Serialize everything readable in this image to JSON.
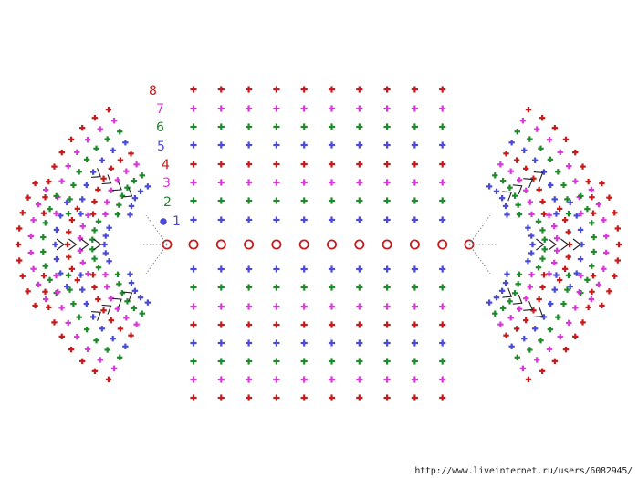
{
  "row_labels": [
    "1",
    "2",
    "3",
    "4",
    "5",
    "6",
    "7",
    "8"
  ],
  "colors": {
    "row1": "#4a4ad8",
    "row2": "#1f8a2a",
    "row3": "#d63ad6",
    "row4": "#c61b1b",
    "row5": "#4a4ad8",
    "row6": "#1f8a2a",
    "row7": "#d63ad6",
    "row8": "#c61b1b",
    "chain": "#c61b1b",
    "connector": "#222222",
    "start_dot": "#4a4ad8",
    "label1": "#4a4ad8",
    "label2": "#1f8a2a",
    "label3": "#d63ad6",
    "label4": "#c61b1b",
    "label5": "#4a4ad8",
    "label6": "#1f8a2a",
    "label7": "#d63ad6",
    "label8": "#c61b1b"
  },
  "symbols": {
    "stitch": "plus-symbol",
    "chain": "circle-symbol",
    "increase": "v-symbol",
    "start": "filled-dot"
  },
  "watermark": "http://www.liveinternet.ru/users/6082945/"
}
